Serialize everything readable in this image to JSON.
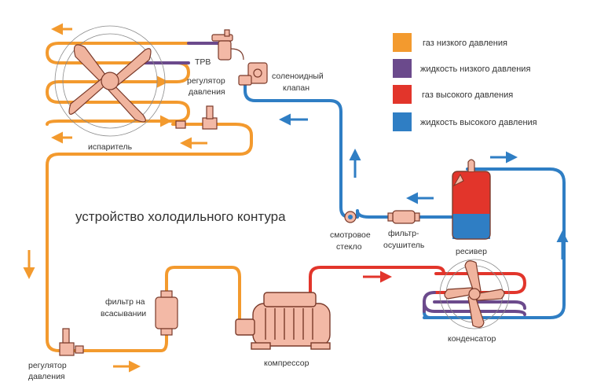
{
  "title": "устройство холодильного контура",
  "colors": {
    "low_gas": "#F39A2E",
    "low_liquid": "#6B4A8C",
    "high_gas": "#E2352B",
    "high_liquid": "#2F7EC4",
    "component_fill": "#F3B9A6",
    "component_stroke": "#7A3A2A",
    "fan_fill": "#F0B49E"
  },
  "legend": [
    {
      "key": "low_gas",
      "label": "газ низкого давления"
    },
    {
      "key": "low_liquid",
      "label": "жидкость низкого давления"
    },
    {
      "key": "high_gas",
      "label": "газ высокого давления"
    },
    {
      "key": "high_liquid",
      "label": "жидкость высокого давления"
    }
  ],
  "components": {
    "trv": "ТРВ",
    "pressure_regulator_top_1": "регулятор",
    "pressure_regulator_top_2": "давления",
    "solenoid_1": "соленоидный",
    "solenoid_2": "клапан",
    "evaporator": "испаритель",
    "sight_glass_1": "смотровое",
    "sight_glass_2": "стекло",
    "filter_drier_1": "фильтр-",
    "filter_drier_2": "осушитель",
    "receiver": "ресивер",
    "suction_filter_1": "фильтр на",
    "suction_filter_2": "всасывании",
    "compressor": "компрессор",
    "condenser": "конденсатор",
    "pressure_regulator_bottom_1": "регулятор",
    "pressure_regulator_bottom_2": "давления"
  }
}
